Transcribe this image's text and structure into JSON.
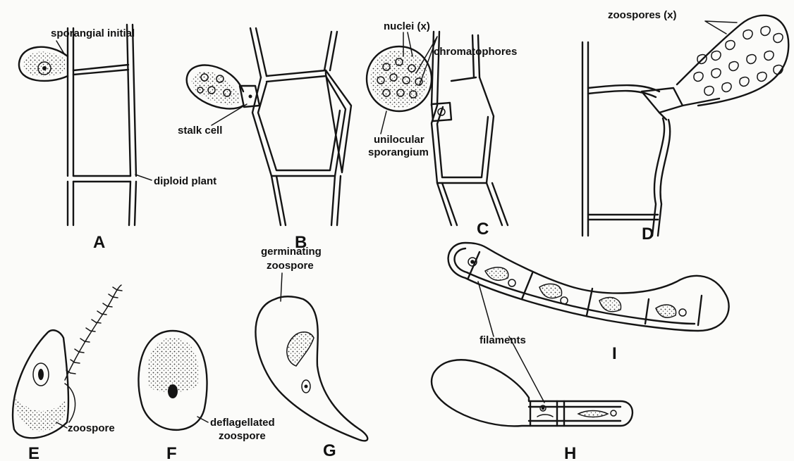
{
  "labels": {
    "sporangial_initial": "sporangial initial",
    "stalk_cell": "stalk cell",
    "diploid_plant": "diploid plant",
    "nuclei": "nuclei (x)",
    "chromatophores": "chromatophores",
    "unilocular_1": "unilocular",
    "unilocular_2": "sporangium",
    "zoospores": "zoospores (x)",
    "germinating_1": "germinating",
    "germinating_2": "zoospore",
    "filaments": "filaments",
    "zoospore": "zoospore",
    "deflagellated_1": "deflagellated",
    "deflagellated_2": "zoospore"
  },
  "panels": [
    "A",
    "B",
    "C",
    "D",
    "E",
    "F",
    "G",
    "H",
    "I"
  ],
  "colors": {
    "ink": "#141414",
    "paper": "#fbfbf9"
  }
}
